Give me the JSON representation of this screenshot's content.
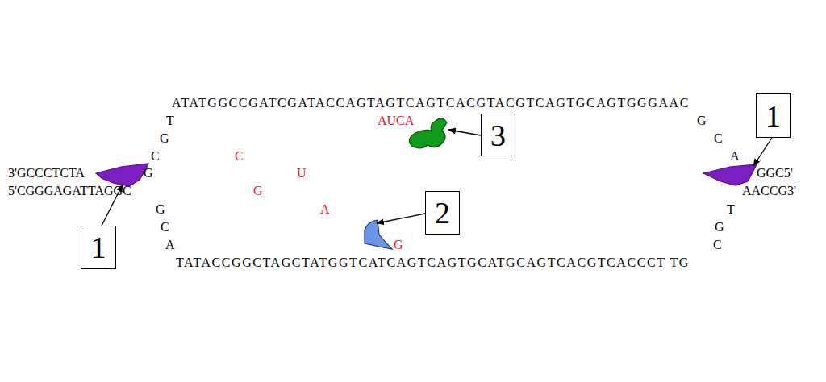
{
  "diagram": {
    "nodes": [
      {
        "text": [
          "1"
        ]
      },
      {
        "text": [
          "3"
        ]
      },
      {
        "text": [
          "2"
        ]
      },
      {
        "text": [
          "1"
        ]
      }
    ],
    "labels": [
      "ATATGGCCGATCGATACCAGTAGTCAGTCACGTACGTCAGTGCAGTGGGAAC",
      "T",
      "G",
      "C",
      "3'GCCCTCTA",
      "G",
      "5'CGGGAGATTAGGC",
      "G",
      "C",
      "A",
      "TATACCGGCTAGCTATGGTCATCAGTCAGTGCATGCAGTCACGTCACCCT TG",
      "G",
      "C",
      "A",
      "GGC5'",
      "AACCG3'",
      "T",
      "G",
      "C",
      "AUCA",
      "C",
      "U",
      "G",
      "A",
      "G"
    ]
  }
}
